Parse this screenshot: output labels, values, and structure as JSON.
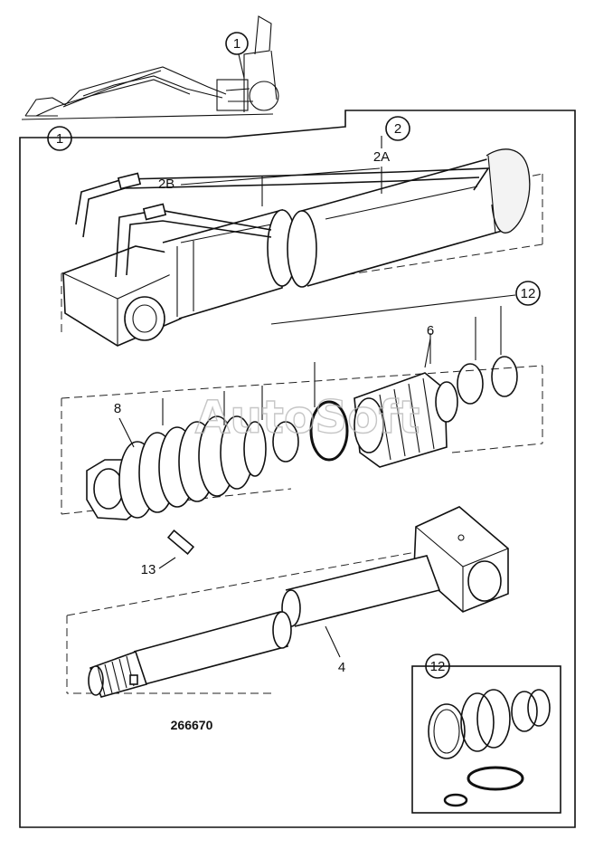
{
  "watermark": "AutoSoft",
  "drawing_number": "266670",
  "callouts": {
    "machine_ref": "1",
    "frame_ref": "1",
    "hose_kit": "2",
    "hose_a": "2A",
    "hose_b": "2B",
    "seal_kit": "12",
    "piston": "6",
    "gland": "8",
    "pin": "13",
    "rod": "4",
    "inset_seal_kit": "12"
  }
}
